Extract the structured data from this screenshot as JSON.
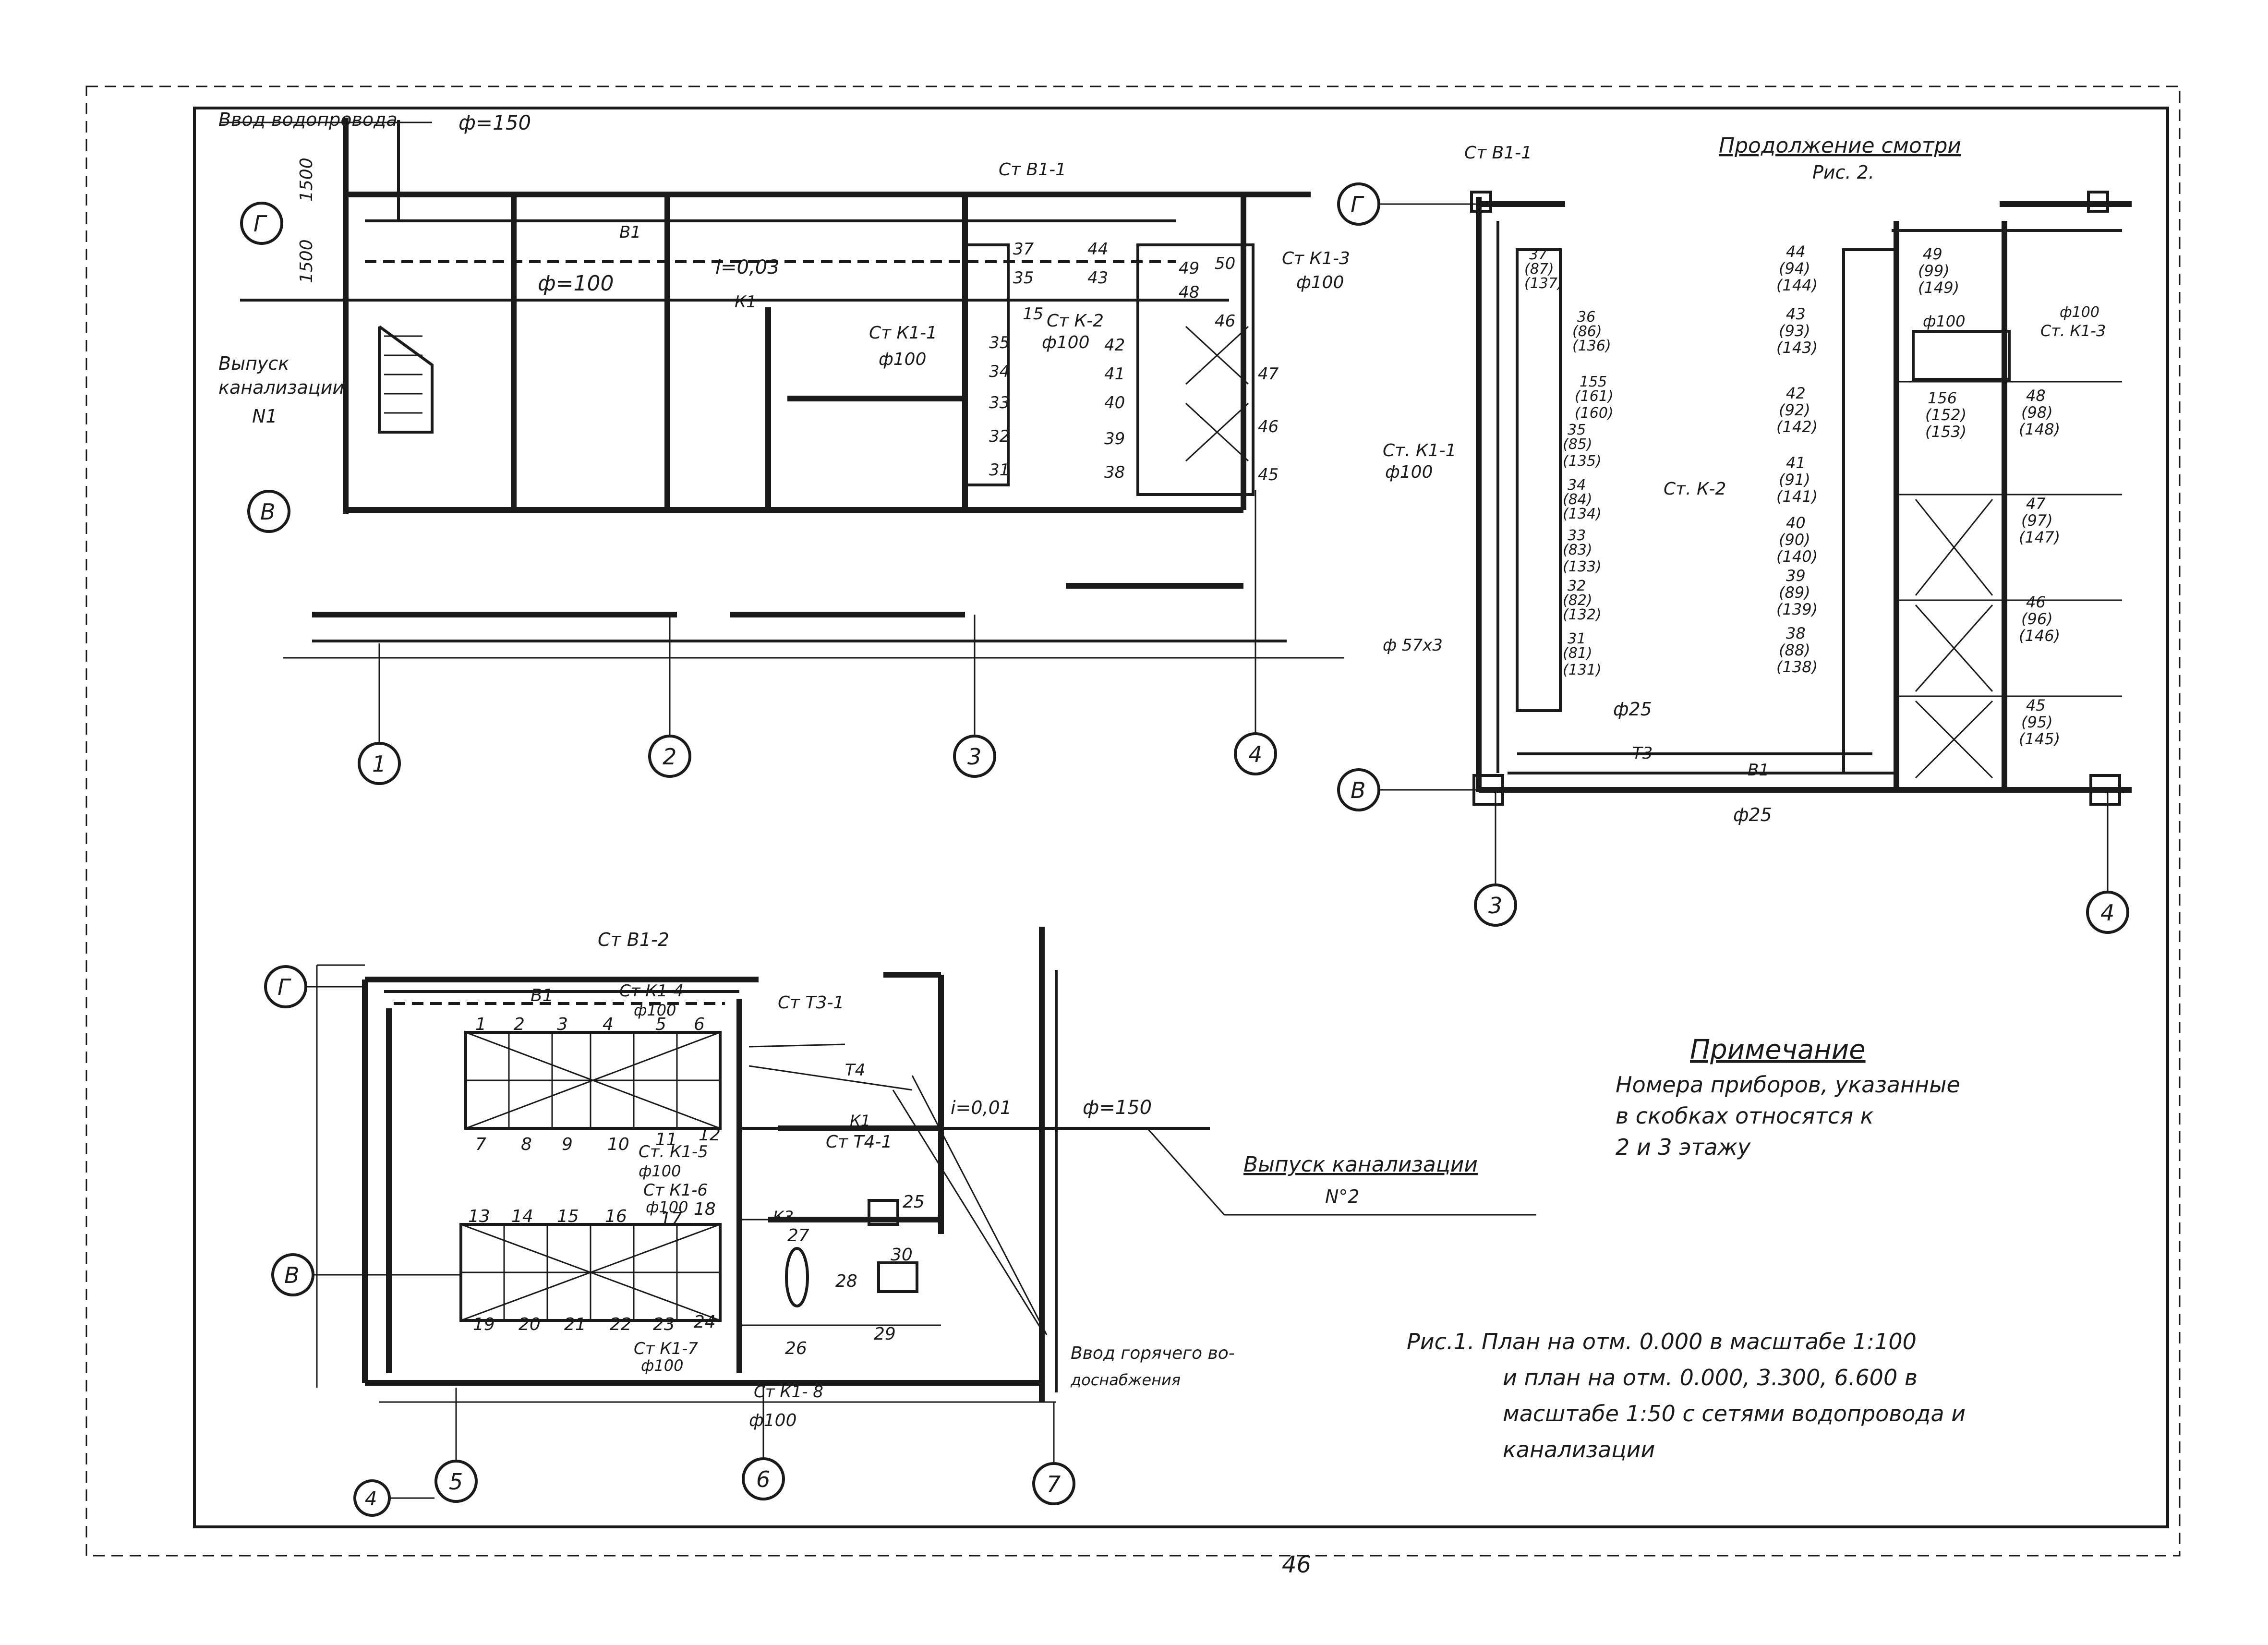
{
  "colors": {
    "ink": "#1a1a1a",
    "paper": "#ffffff"
  },
  "plan1": {
    "water_inlet": "Ввод водопровода",
    "water_inlet_dia": "ф=150",
    "sewer_outlet_1": "Выпуск",
    "sewer_outlet_1b": "канализации",
    "sewer_outlet_1c": "N1",
    "dim_top": "1500",
    "dim_mid": "1500",
    "pipe_dia": "ф=100",
    "slope": "i=0,03",
    "pipe_v1": "В1",
    "pipe_k1": "К1",
    "riser_v1_1": "Ст В1-1",
    "riser_k1_1": "Ст К1-1",
    "riser_k1_1_dia": "ф100",
    "riser_k2": "Ст К-2",
    "riser_k2_dia": "ф100",
    "riser_k1_3": "Ст К1-3",
    "riser_k1_3_dia": "ф100",
    "fixture_numbers": [
      "37",
      "35",
      "15",
      "35",
      "34",
      "33",
      "32",
      "31",
      "44",
      "43",
      "42",
      "41",
      "40",
      "39",
      "38",
      "49",
      "50",
      "48",
      "46",
      "47",
      "46",
      "45"
    ],
    "axes_letters": [
      "Г",
      "В"
    ],
    "axes_numbers": [
      "1",
      "2",
      "3",
      "4"
    ]
  },
  "plan2": {
    "title": "Продолжение смотри",
    "title_b": "Рис. 2.",
    "riser_v1_1": "Ст В1-1",
    "riser_k1_1": "Ст. К1-1",
    "riser_k1_1_dia": "ф100",
    "riser_k2": "Ст. К-2",
    "riser_k1_3": "Ст. К1-3",
    "riser_k1_3_dia": "ф100",
    "pipe_label_57": "ф 57x3",
    "pipe_label_25a": "ф25",
    "pipe_label_25b": "ф25",
    "pipe_t3": "Т3",
    "pipe_v1": "В1",
    "pipe_100": "ф100",
    "left_col": [
      "37",
      "(87)",
      "(137)",
      "36",
      "(86)",
      "(136)",
      "155",
      "(161)",
      "(160)",
      "35",
      "(85)",
      "(135)",
      "34",
      "(84)",
      "(134)",
      "33",
      "(83)",
      "(133)",
      "32",
      "(82)",
      "(132)",
      "31",
      "(81)",
      "(131)"
    ],
    "mid_col": [
      "44",
      "(94)",
      "(144)",
      "43",
      "(93)",
      "(143)",
      "42",
      "(92)",
      "(142)",
      "41",
      "(91)",
      "(141)",
      "40",
      "(90)",
      "(140)",
      "39",
      "(89)",
      "(139)",
      "38",
      "(88)",
      "(138)"
    ],
    "right_col": [
      "49",
      "(99)",
      "(149)",
      "156",
      "(152)",
      "(153)",
      "48",
      "(98)",
      "(148)",
      "47",
      "(97)",
      "(147)",
      "46",
      "(96)",
      "(146)",
      "45",
      "(95)",
      "(145)"
    ],
    "axes_letters": [
      "Г",
      "В"
    ],
    "axes_numbers": [
      "3",
      "4"
    ]
  },
  "plan3": {
    "riser_v1_2": "Ст В1-2",
    "riser_k1_4": "Ст К1-4",
    "riser_k1_4_dia": "ф100",
    "riser_t3_1": "Ст Т3-1",
    "riser_t4_1": "Ст Т4-1",
    "riser_k1_5": "Ст. К1-5",
    "riser_k1_5_dia": "ф100",
    "riser_k1_6": "Ст К1-6",
    "riser_k1_6_dia": "ф100",
    "riser_k1_7": "Ст К1-7",
    "riser_k1_7_dia": "ф100",
    "riser_k1_8": "Ст К1- 8",
    "riser_k1_8_dia": "ф100",
    "pipe_v1": "В1",
    "pipe_t4": "Т4",
    "pipe_k1": "К1",
    "pipe_k3": "К3",
    "slope": "i=0,01",
    "pipe_dia": "ф=150",
    "sewer_outlet": "Выпуск канализации",
    "sewer_outlet_no": "N°2",
    "hot_water": "Ввод горячего во-",
    "hot_water_b": "доснабжения",
    "row1_top": [
      "1",
      "2",
      "3",
      "4",
      "5",
      "6"
    ],
    "row1_bottom": [
      "7",
      "8",
      "9",
      "10",
      "11",
      "12"
    ],
    "row2_top": [
      "13",
      "14",
      "15",
      "16",
      "17",
      "18"
    ],
    "row2_bottom": [
      "19",
      "20",
      "21",
      "22",
      "23",
      "24"
    ],
    "fixtures_other": [
      "25",
      "27",
      "28",
      "30",
      "26",
      "29"
    ],
    "axes_letters": [
      "Г",
      "В"
    ],
    "axes_numbers": [
      "4",
      "5",
      "6",
      "7"
    ]
  },
  "note": {
    "title": "Примечание",
    "line1": "Номера приборов, указанные",
    "line2": "в скобках относятся к",
    "line3": "2 и 3 этажу"
  },
  "caption": {
    "line1": "Рис.1.  План   на отм. 0.000 в масштабе 1:100",
    "line2": "и план   на отм. 0.000, 3.300, 6.600 в",
    "line3": "масштабе  1:50  с сетями водопровода и",
    "line4": "канализации"
  },
  "page_number": "46"
}
